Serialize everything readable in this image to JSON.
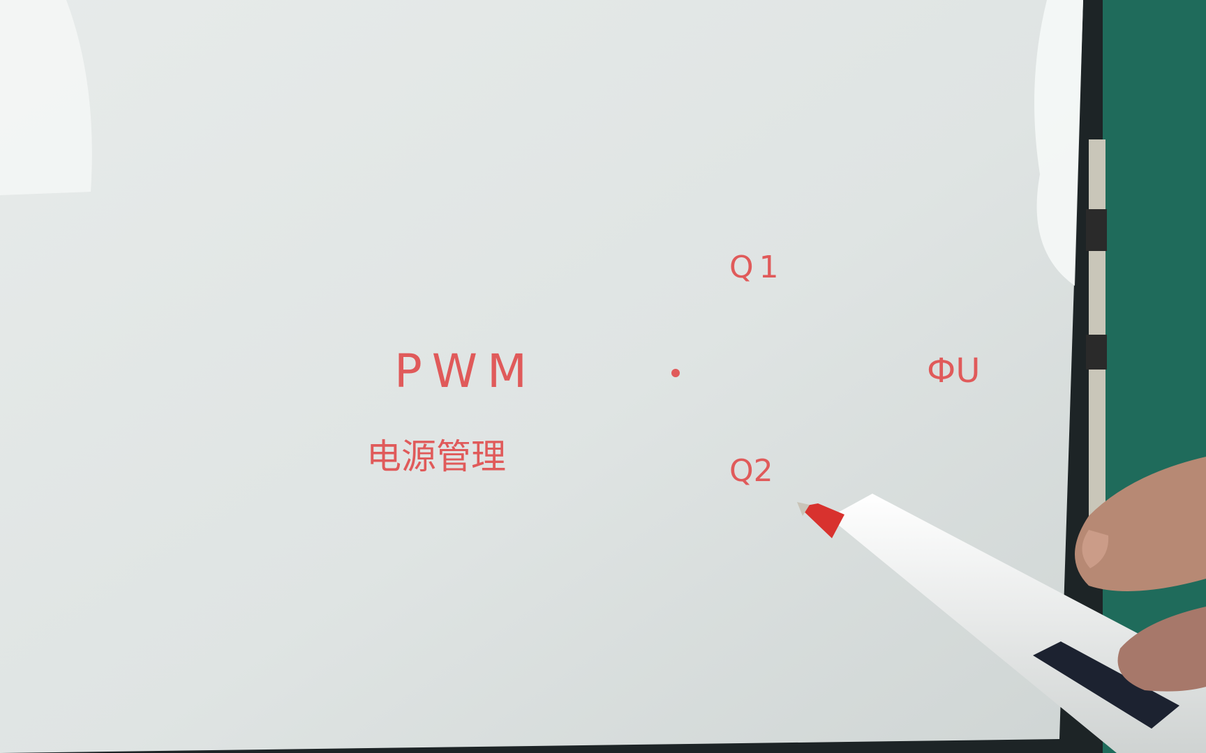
{
  "diagram": {
    "labels": {
      "controller_line1": "PWM",
      "controller_line2": "电源管理",
      "q1": "Q1",
      "q2": "Q2",
      "output": "ФU"
    },
    "colors": {
      "ink": "#e05a5a",
      "whiteboard": "#dfe4e3",
      "frame": "#1d2426",
      "wall": "#1f6b5b",
      "marker_body": "#f1f2f1",
      "marker_tip": "#d8322e",
      "hand": "#b78974"
    },
    "icons": [
      "inductor-icon",
      "capacitor-icon",
      "ground-icon",
      "mosfet-icon",
      "diode-icon",
      "marker-pen-icon",
      "hand-icon"
    ]
  }
}
